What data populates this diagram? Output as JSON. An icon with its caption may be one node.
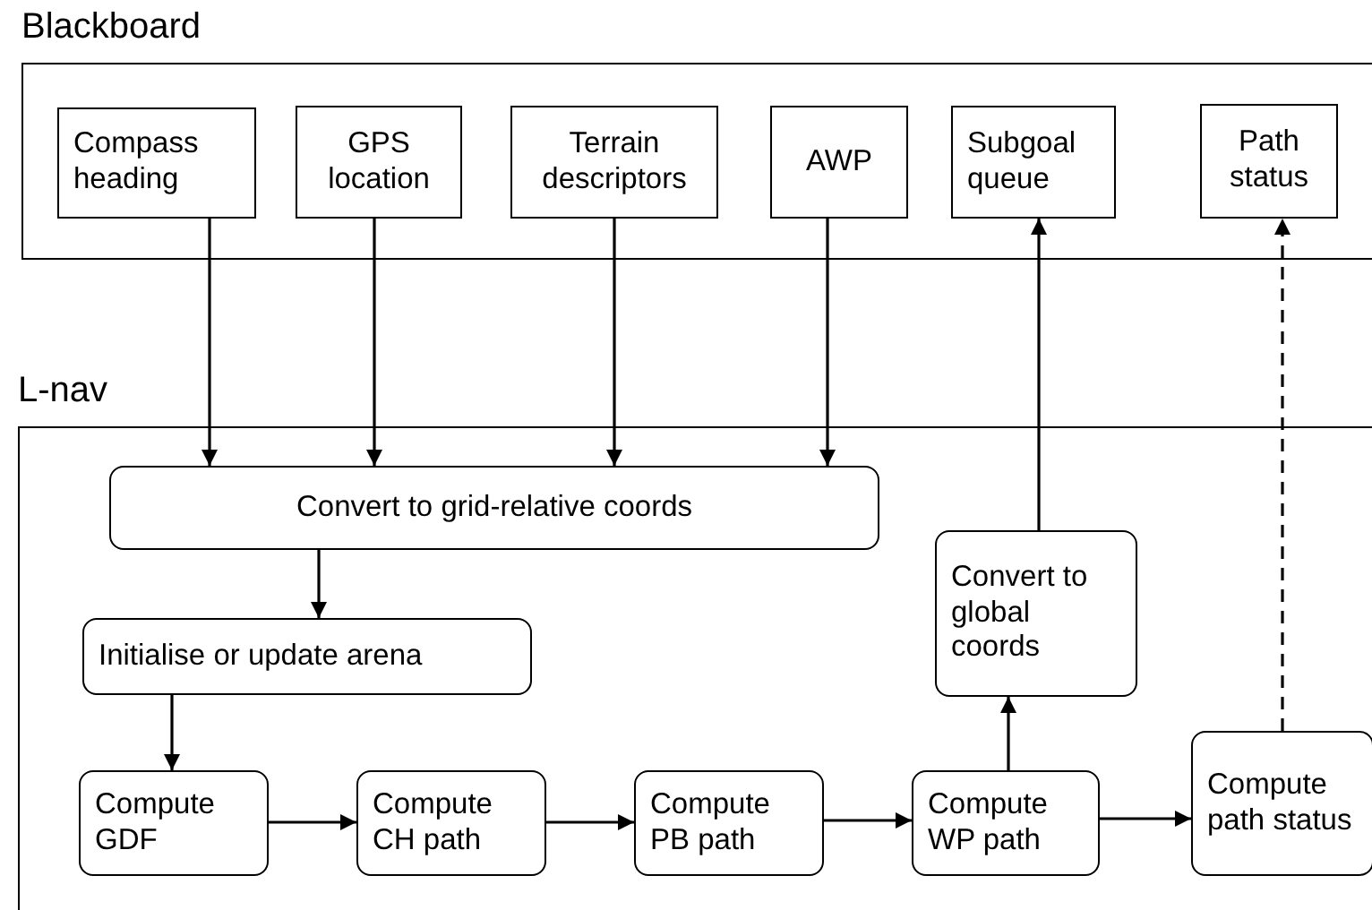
{
  "diagram": {
    "nodes": [
      {
        "text": [
          "Blackboard"
        ]
      },
      {
        "text": [
          "Compass heading"
        ],
        "in": 0
      },
      {
        "text": [
          "GPS location"
        ],
        "in": 0
      },
      {
        "text": [
          "Terrain descriptors"
        ],
        "in": 0
      },
      {
        "text": [
          "AWP"
        ],
        "in": 0
      },
      {
        "text": [
          "Subgoal queue"
        ],
        "in": 0
      },
      {
        "text": [
          "Path status"
        ],
        "in": 0
      },
      {
        "text": [
          "L-nav"
        ]
      },
      {
        "text": [
          "Convert to grid-relative coords"
        ],
        "in": 7
      },
      {
        "text": [
          "Initialise or update arena"
        ],
        "in": 7
      },
      {
        "text": [
          "Convert to global coords"
        ],
        "in": 7
      },
      {
        "text": [
          "Compute GDF"
        ],
        "in": 7
      },
      {
        "text": [
          "Compute CH path"
        ],
        "in": 7
      },
      {
        "text": [
          "Compute PB path"
        ],
        "in": 7
      },
      {
        "text": [
          "Compute WP path"
        ],
        "in": 7
      },
      {
        "text": [
          "Compute path status"
        ],
        "in": 7
      }
    ],
    "edges": [
      {
        "from": 1,
        "to": 8,
        "arrow": "to"
      },
      {
        "from": 2,
        "to": 8,
        "arrow": "to"
      },
      {
        "from": 3,
        "to": 8,
        "arrow": "to"
      },
      {
        "from": 4,
        "to": 8,
        "arrow": "to"
      },
      {
        "from": 8,
        "to": 9,
        "arrow": "to"
      },
      {
        "from": 9,
        "to": 11,
        "arrow": "to"
      },
      {
        "from": 11,
        "to": 12,
        "arrow": "to"
      },
      {
        "from": 12,
        "to": 13,
        "arrow": "to"
      },
      {
        "from": 13,
        "to": 14,
        "arrow": "to"
      },
      {
        "from": 14,
        "to": 15,
        "arrow": "to"
      },
      {
        "from": 14,
        "to": 10,
        "arrow": "to"
      },
      {
        "from": 10,
        "to": 5,
        "arrow": "to"
      },
      {
        "from": 15,
        "to": 6,
        "arrow": "to",
        "style": "dashed"
      }
    ]
  }
}
